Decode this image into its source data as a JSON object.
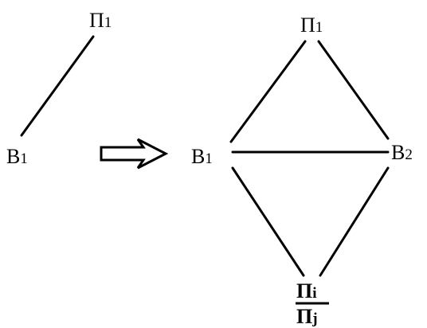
{
  "left_graph": {
    "top_node": {
      "base": "Π",
      "sub": "1"
    },
    "bottom_node": {
      "base": "B",
      "sub": "1"
    }
  },
  "transform_arrow": {
    "icon": "double-arrow-right-icon"
  },
  "right_graph": {
    "top_node": {
      "base": "Π",
      "sub": "1"
    },
    "left_node": {
      "base": "B",
      "sub": "1"
    },
    "right_node": {
      "base": "B",
      "sub": "2"
    },
    "bottom_node": {
      "numerator": {
        "base": "Π",
        "sub": "i"
      },
      "denominator": {
        "base": "Π",
        "sub": "j"
      }
    }
  }
}
